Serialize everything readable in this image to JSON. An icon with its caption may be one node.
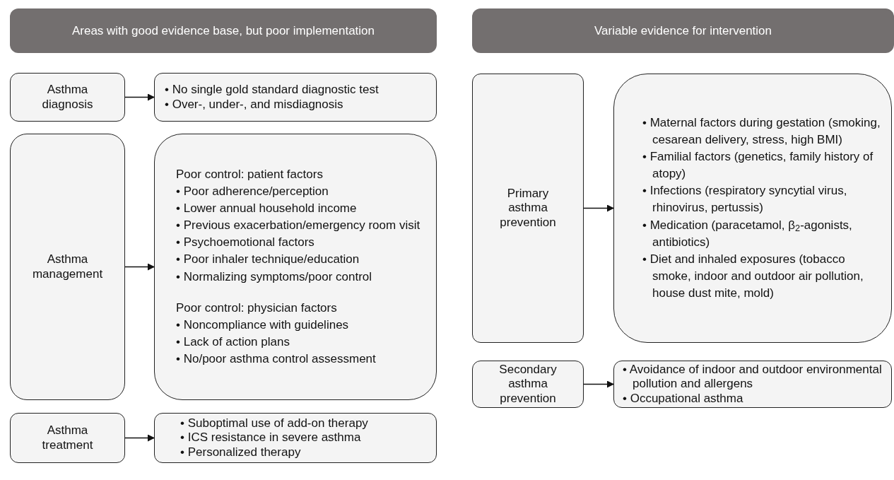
{
  "diagram": {
    "nodes": [
      {
        "text": [
          "Areas with good evidence base, but poor implementation"
        ]
      },
      {
        "text": [
          "Variable evidence for intervention"
        ]
      },
      {
        "text": [
          "Asthma diagnosis"
        ]
      },
      {
        "text": [
          "• No single gold standard diagnostic test",
          "• Over-, under-, and misdiagnosis"
        ]
      },
      {
        "text": [
          "Asthma management"
        ]
      },
      {
        "text": [
          "Poor control: patient factors",
          "• Poor adherence/perception",
          "• Lower annual household income",
          "• Previous exacerbation/emergency room visit",
          "• Psychoemotional factors",
          "• Poor inhaler technique/education",
          "• Normalizing symptoms/poor control",
          "Poor control: physician factors",
          "• Noncompliance with guidelines",
          "• Lack of action plans",
          "• No/poor asthma control assessment"
        ]
      },
      {
        "text": [
          "Asthma treatment"
        ]
      },
      {
        "text": [
          "• Suboptimal use of add-on therapy",
          "• ICS resistance in severe asthma",
          "• Personalized therapy"
        ]
      },
      {
        "text": [
          "Primary asthma prevention"
        ]
      },
      {
        "text": [
          "• Maternal factors during gestation (smoking, cesarean delivery, stress, high BMI)",
          "• Familial factors (genetics, family history of atopy)",
          "• Infections (respiratory syncytial virus, rhinovirus, pertussis)",
          "• Medication (paracetamol, β$_{2}$-agonists, antibiotics)",
          "• Diet and inhaled exposures (tobacco smoke, indoor and outdoor air pollution, house dust mite, mold)"
        ]
      },
      {
        "text": [
          "Secondary asthma prevention"
        ]
      },
      {
        "text": [
          "• Avoidance of indoor and outdoor environmental pollution and allergens",
          "• Occupational asthma"
        ]
      }
    ],
    "edges": [
      {
        "from": 2,
        "to": 3,
        "arrow": "to"
      },
      {
        "from": 4,
        "to": 5,
        "arrow": "to"
      },
      {
        "from": 6,
        "to": 7,
        "arrow": "to"
      },
      {
        "from": 8,
        "to": 9,
        "arrow": "to"
      },
      {
        "from": 10,
        "to": 11,
        "arrow": "to"
      }
    ]
  }
}
